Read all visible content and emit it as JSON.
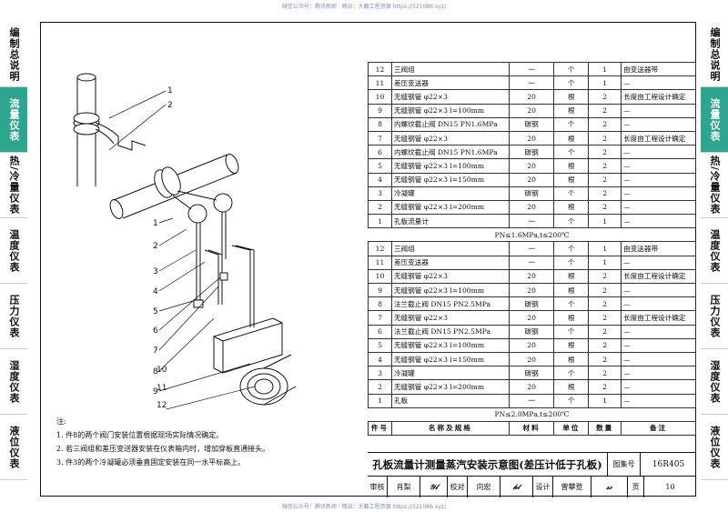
{
  "watermark": {
    "top": "微信公众号：腾讯新闻 · 网站：大籁工程资源 https://321086.xyz/",
    "bottom": "微信公众号：腾讯新闻 · 网站：大籁工程资源 https://321086.xyz/"
  },
  "side_tabs": {
    "left": [
      "编制总说明",
      "流量仪表",
      "热/冷量仪表",
      "温度仪表",
      "压力仪表",
      "湿度仪表",
      "液位仪表"
    ],
    "right": [
      "编制总说明",
      "流量仪表",
      "热/冷量仪表",
      "温度仪表",
      "压力仪表",
      "湿度仪表",
      "液位仪表"
    ],
    "active_index": 1,
    "active_color": "#2ea58f"
  },
  "drawing_labels": [
    "1",
    "2",
    "1",
    "2",
    "3",
    "4",
    "5",
    "6",
    "7",
    "8",
    "9",
    "10",
    "11",
    "12"
  ],
  "notes": {
    "heading": "注:",
    "items": [
      "1. 件8的两个阀门安装位置根据现场实际情况确定。",
      "2. 若三阀组和差压变送器安装在仪表箱内时，增加穿板直通接头。",
      "3. 件3的两个冷凝罐必须垂直固定安装在同一水平标高上。"
    ]
  },
  "table": {
    "group1": [
      [
        "12",
        "三阀组",
        "一",
        "个",
        "1",
        "由变送器带"
      ],
      [
        "11",
        "差压变送器",
        "一",
        "个",
        "1",
        "—"
      ],
      [
        "10",
        "无缝钢管  φ22×3",
        "20",
        "根",
        "2",
        "长度由工程设计确定"
      ],
      [
        "9",
        "无缝钢管  φ22×3  l=100mm",
        "20",
        "根",
        "2",
        "—"
      ],
      [
        "8",
        "内螺纹截止阀 DN15 PN1.6MPa",
        "碳钢",
        "个",
        "2",
        "—"
      ],
      [
        "7",
        "无缝钢管  φ22×3",
        "20",
        "根",
        "2",
        "长度由工程设计确定"
      ],
      [
        "6",
        "内螺纹截止阀 DN15 PN1.6MPa",
        "碳钢",
        "个",
        "2",
        "—"
      ],
      [
        "5",
        "无缝钢管  φ22×3  l=100mm",
        "20",
        "根",
        "2",
        "—"
      ],
      [
        "4",
        "无缝钢管  φ22×3  l=150mm",
        "20",
        "根",
        "2",
        "—"
      ],
      [
        "3",
        "冷凝罐",
        "碳钢",
        "个",
        "2",
        "—"
      ],
      [
        "2",
        "无缝钢管  φ22×3  l=200mm",
        "20",
        "根",
        "2",
        "—"
      ],
      [
        "1",
        "孔板流量计",
        "一",
        "个",
        "1",
        "—"
      ]
    ],
    "condition1": "PN≤1.6MPa,t≤200℃",
    "group2": [
      [
        "12",
        "三阀组",
        "一",
        "个",
        "1",
        "由变送器带"
      ],
      [
        "11",
        "差压变送器",
        "一",
        "个",
        "1",
        "—"
      ],
      [
        "10",
        "无缝钢管  φ22×3",
        "20",
        "根",
        "2",
        "长度由工程设计确定"
      ],
      [
        "9",
        "无缝钢管  φ22×3 l=100mm",
        "20",
        "根",
        "2",
        "—"
      ],
      [
        "8",
        "法兰截止阀 DN15 PN2.5MPa",
        "碳钢",
        "个",
        "2",
        "—"
      ],
      [
        "7",
        "无缝钢管  φ22×3",
        "20",
        "根",
        "2",
        "长度由工程设计确定"
      ],
      [
        "6",
        "法兰截止阀 DN15 PN2.5MPa",
        "碳钢",
        "个",
        "2",
        "—"
      ],
      [
        "5",
        "无缝钢管  φ22×3 l=100mm",
        "20",
        "根",
        "2",
        "—"
      ],
      [
        "4",
        "无缝钢管  φ22×3 l=150mm",
        "20",
        "根",
        "2",
        "—"
      ],
      [
        "3",
        "冷凝罐",
        "碳钢",
        "个",
        "2",
        "—"
      ],
      [
        "2",
        "无缝钢管  φ22×3 l=200mm",
        "20",
        "根",
        "2",
        "—"
      ],
      [
        "1",
        "孔板",
        "一",
        "个",
        "1",
        "—"
      ]
    ],
    "condition2": "PN≤2.0MPa,t≤200℃",
    "header": [
      "件号",
      "名称及规格",
      "材料",
      "单位",
      "数量",
      "备注"
    ]
  },
  "titleblock": {
    "title": "孔板流量计测量蒸汽安装示意图(差压计低于孔板)",
    "atlas_label": "图集号",
    "atlas_number": "16R405",
    "review_label": "审核",
    "review_name": "肖梨",
    "check_label": "校对",
    "check_name": "向宏",
    "design_label": "设计",
    "design_name": "曾攀登",
    "page_label": "页",
    "page_number": "10"
  }
}
